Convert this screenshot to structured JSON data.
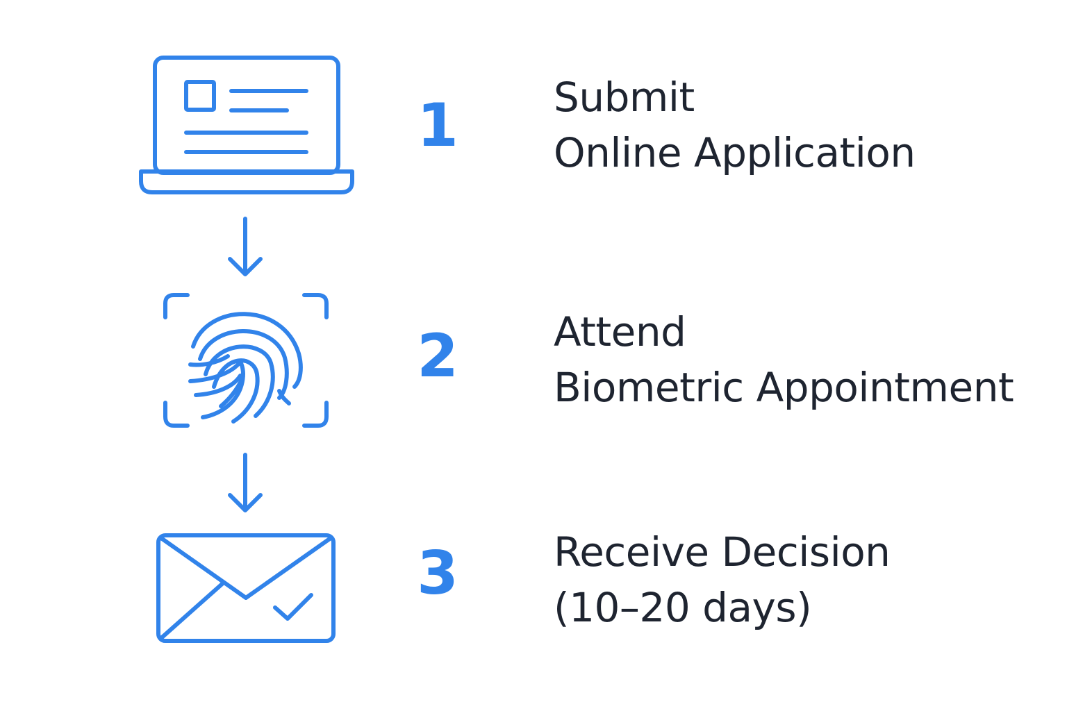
{
  "colors": {
    "accent": "#3183ea",
    "text": "#1e2430",
    "background": "#ffffff"
  },
  "steps": [
    {
      "number": "1",
      "icon": "laptop-form-icon",
      "label_line1": "Submit",
      "label_line2": "Online Application"
    },
    {
      "number": "2",
      "icon": "fingerprint-scan-icon",
      "label_line1": "Attend",
      "label_line2": "Biometric Appointment"
    },
    {
      "number": "3",
      "icon": "envelope-check-icon",
      "label_line1": "Receive Decision",
      "label_line2": "(10–20 days)"
    }
  ],
  "connectors": [
    "arrow-down-icon",
    "arrow-down-icon"
  ]
}
